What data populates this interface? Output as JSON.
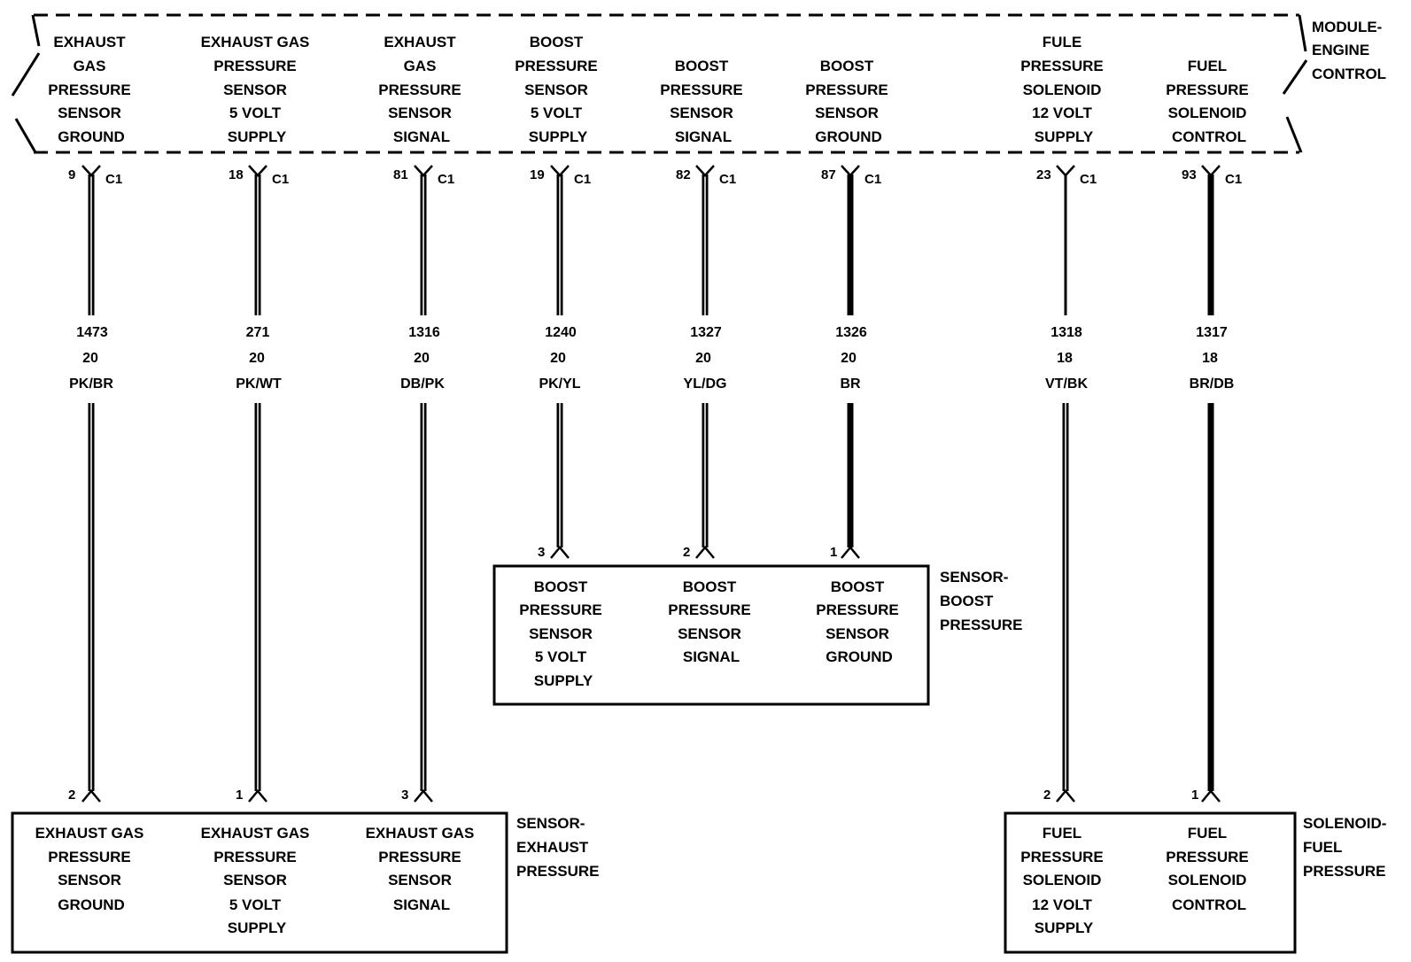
{
  "module": {
    "name_lines": [
      "MODULE-",
      "ENGINE",
      "CONTROL"
    ],
    "circuits": [
      {
        "lines": [
          "EXHAUST",
          "GAS",
          "PRESSURE",
          "SENSOR",
          "GROUND"
        ]
      },
      {
        "lines": [
          "EXHAUST GAS",
          "PRESSURE",
          "SENSOR",
          "5 VOLT",
          "SUPPLY"
        ]
      },
      {
        "lines": [
          "EXHAUST",
          "GAS",
          "PRESSURE",
          "SENSOR",
          "SIGNAL"
        ]
      },
      {
        "lines": [
          "BOOST",
          "PRESSURE",
          "SENSOR",
          "5 VOLT",
          "SUPPLY"
        ]
      },
      {
        "lines": [
          "BOOST",
          "PRESSURE",
          "SENSOR",
          "SIGNAL"
        ]
      },
      {
        "lines": [
          "BOOST",
          "PRESSURE",
          "SENSOR",
          "GROUND"
        ]
      },
      {
        "lines": [
          "FULE",
          "PRESSURE",
          "SOLENOID",
          "12 VOLT",
          "SUPPLY"
        ]
      },
      {
        "lines": [
          "FUEL",
          "PRESSURE",
          "SOLENOID",
          "CONTROL"
        ]
      }
    ]
  },
  "wires": [
    {
      "pin": "9",
      "connector": "C1",
      "circuit": "1473",
      "gauge": "20",
      "color": "PK/BR",
      "end_pin": "2"
    },
    {
      "pin": "18",
      "connector": "C1",
      "circuit": "271",
      "gauge": "20",
      "color": "PK/WT",
      "end_pin": "1"
    },
    {
      "pin": "81",
      "connector": "C1",
      "circuit": "1316",
      "gauge": "20",
      "color": "DB/PK",
      "end_pin": "3"
    },
    {
      "pin": "19",
      "connector": "C1",
      "circuit": "1240",
      "gauge": "20",
      "color": "PK/YL",
      "end_pin": "3"
    },
    {
      "pin": "82",
      "connector": "C1",
      "circuit": "1327",
      "gauge": "20",
      "color": "YL/DG",
      "end_pin": "2"
    },
    {
      "pin": "87",
      "connector": "C1",
      "circuit": "1326",
      "gauge": "20",
      "color": "BR",
      "end_pin": "1"
    },
    {
      "pin": "23",
      "connector": "C1",
      "circuit": "1318",
      "gauge": "18",
      "color": "VT/BK",
      "end_pin": "2"
    },
    {
      "pin": "93",
      "connector": "C1",
      "circuit": "1317",
      "gauge": "18",
      "color": "BR/DB",
      "end_pin": "1"
    }
  ],
  "components": {
    "boost": {
      "name_lines": [
        "SENSOR-",
        "BOOST",
        "PRESSURE"
      ],
      "circuits": [
        {
          "lines": [
            "BOOST",
            "PRESSURE",
            "SENSOR",
            "5 VOLT",
            "SUPPLY"
          ]
        },
        {
          "lines": [
            "BOOST",
            "PRESSURE",
            "SENSOR",
            "SIGNAL"
          ]
        },
        {
          "lines": [
            "BOOST",
            "PRESSURE",
            "SENSOR",
            "GROUND"
          ]
        }
      ]
    },
    "exhaust": {
      "name_lines": [
        "SENSOR-",
        "EXHAUST",
        "PRESSURE"
      ],
      "circuits": [
        {
          "lines": [
            "EXHAUST GAS",
            "PRESSURE",
            "SENSOR",
            "GROUND"
          ]
        },
        {
          "lines": [
            "EXHAUST GAS",
            "PRESSURE",
            "SENSOR",
            "5 VOLT",
            "SUPPLY"
          ]
        },
        {
          "lines": [
            "EXHAUST GAS",
            "PRESSURE",
            "SENSOR",
            "SIGNAL"
          ]
        }
      ]
    },
    "solenoid": {
      "name_lines": [
        "SOLENOID-",
        "FUEL",
        "PRESSURE"
      ],
      "circuits": [
        {
          "lines": [
            "FUEL",
            "PRESSURE",
            "SOLENOID",
            "12 VOLT",
            "SUPPLY"
          ]
        },
        {
          "lines": [
            "FUEL",
            "PRESSURE",
            "SOLENOID",
            "CONTROL"
          ]
        }
      ]
    }
  }
}
